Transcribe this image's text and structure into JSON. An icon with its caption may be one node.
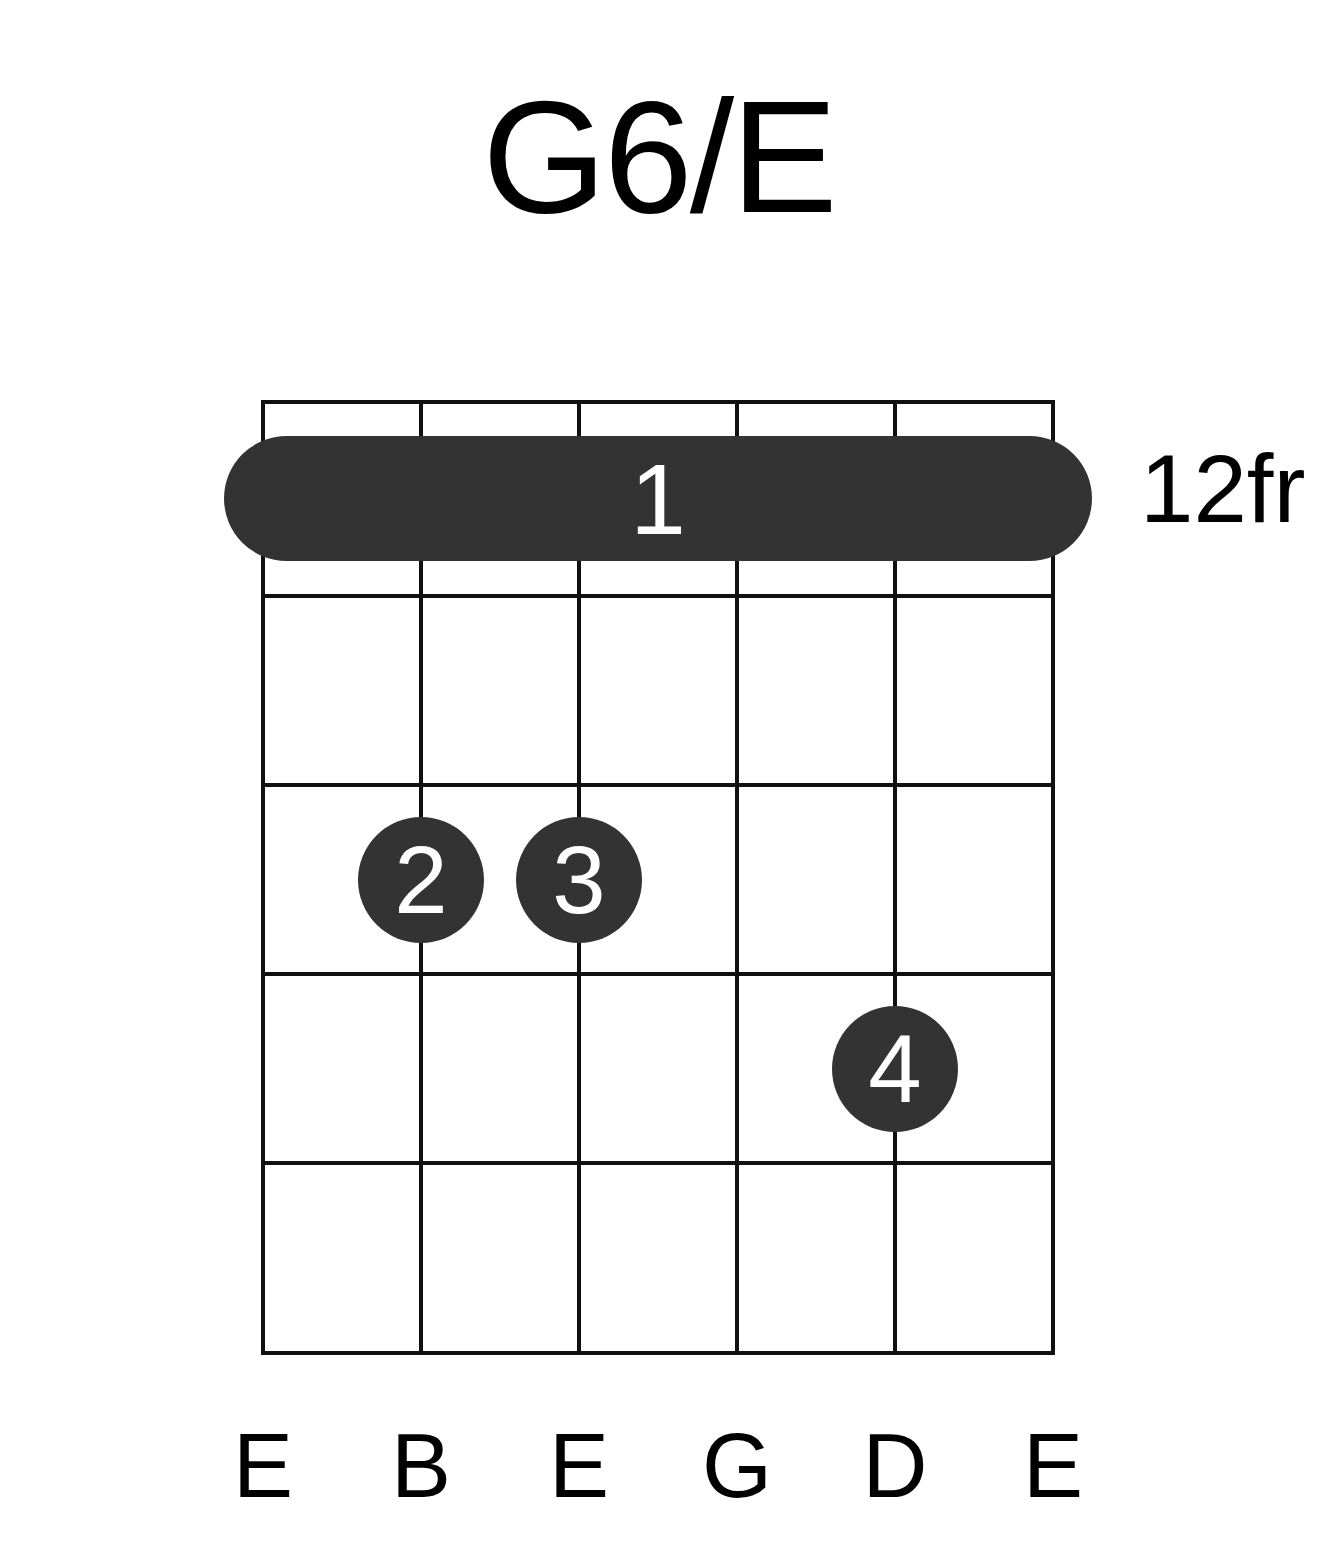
{
  "diagram": {
    "title": "G6/E",
    "nodes": [
      {
        "text": [
          "1"
        ]
      },
      {
        "text": [
          "2"
        ]
      },
      {
        "text": [
          "3"
        ]
      },
      {
        "text": [
          "4"
        ]
      }
    ],
    "labels": [
      "12fr",
      "E",
      "B",
      "E",
      "G",
      "D",
      "E"
    ]
  }
}
